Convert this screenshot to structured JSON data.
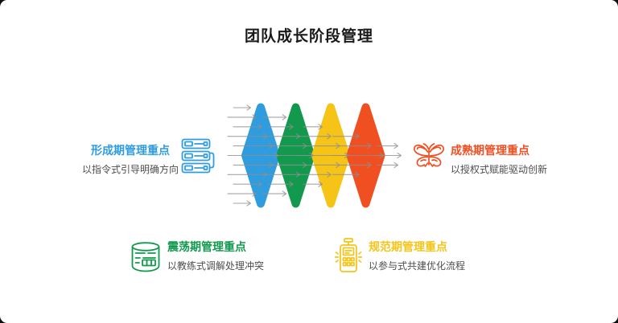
{
  "title": "团队成长阶段管理",
  "stages": {
    "forming": {
      "heading": "形成期管理重点",
      "subtitle": "以指令式引导明确方向",
      "color": "#2E9CDF",
      "icon": "server-stack-icon"
    },
    "storming": {
      "heading": "震荡期管理重点",
      "subtitle": "以教练式调解处理冲突",
      "color": "#12994D",
      "icon": "database-icon"
    },
    "norming": {
      "heading": "规范期管理重点",
      "subtitle": "以参与式共建优化流程",
      "color": "#F5C417",
      "icon": "pos-terminal-icon"
    },
    "performing": {
      "heading": "成熟期管理重点",
      "subtitle": "以授权式赋能驱动创新",
      "color": "#F04F21",
      "icon": "butterfly-icon"
    }
  },
  "diagram": {
    "type": "funnel-diamonds",
    "description": "four overlapping diamonds pierced by right-pointing arrows, fewer arrows per stage",
    "diamonds": [
      {
        "stage": "forming",
        "color": "#2E9CDF",
        "arrows": 11
      },
      {
        "stage": "storming",
        "color": "#12994D",
        "arrows": 9
      },
      {
        "stage": "norming",
        "color": "#F5C417",
        "arrows": 7
      },
      {
        "stage": "performing",
        "color": "#F04F21",
        "arrows": 5
      }
    ],
    "exit_arrows": 3,
    "arrow_color": "#8f8f8f"
  }
}
